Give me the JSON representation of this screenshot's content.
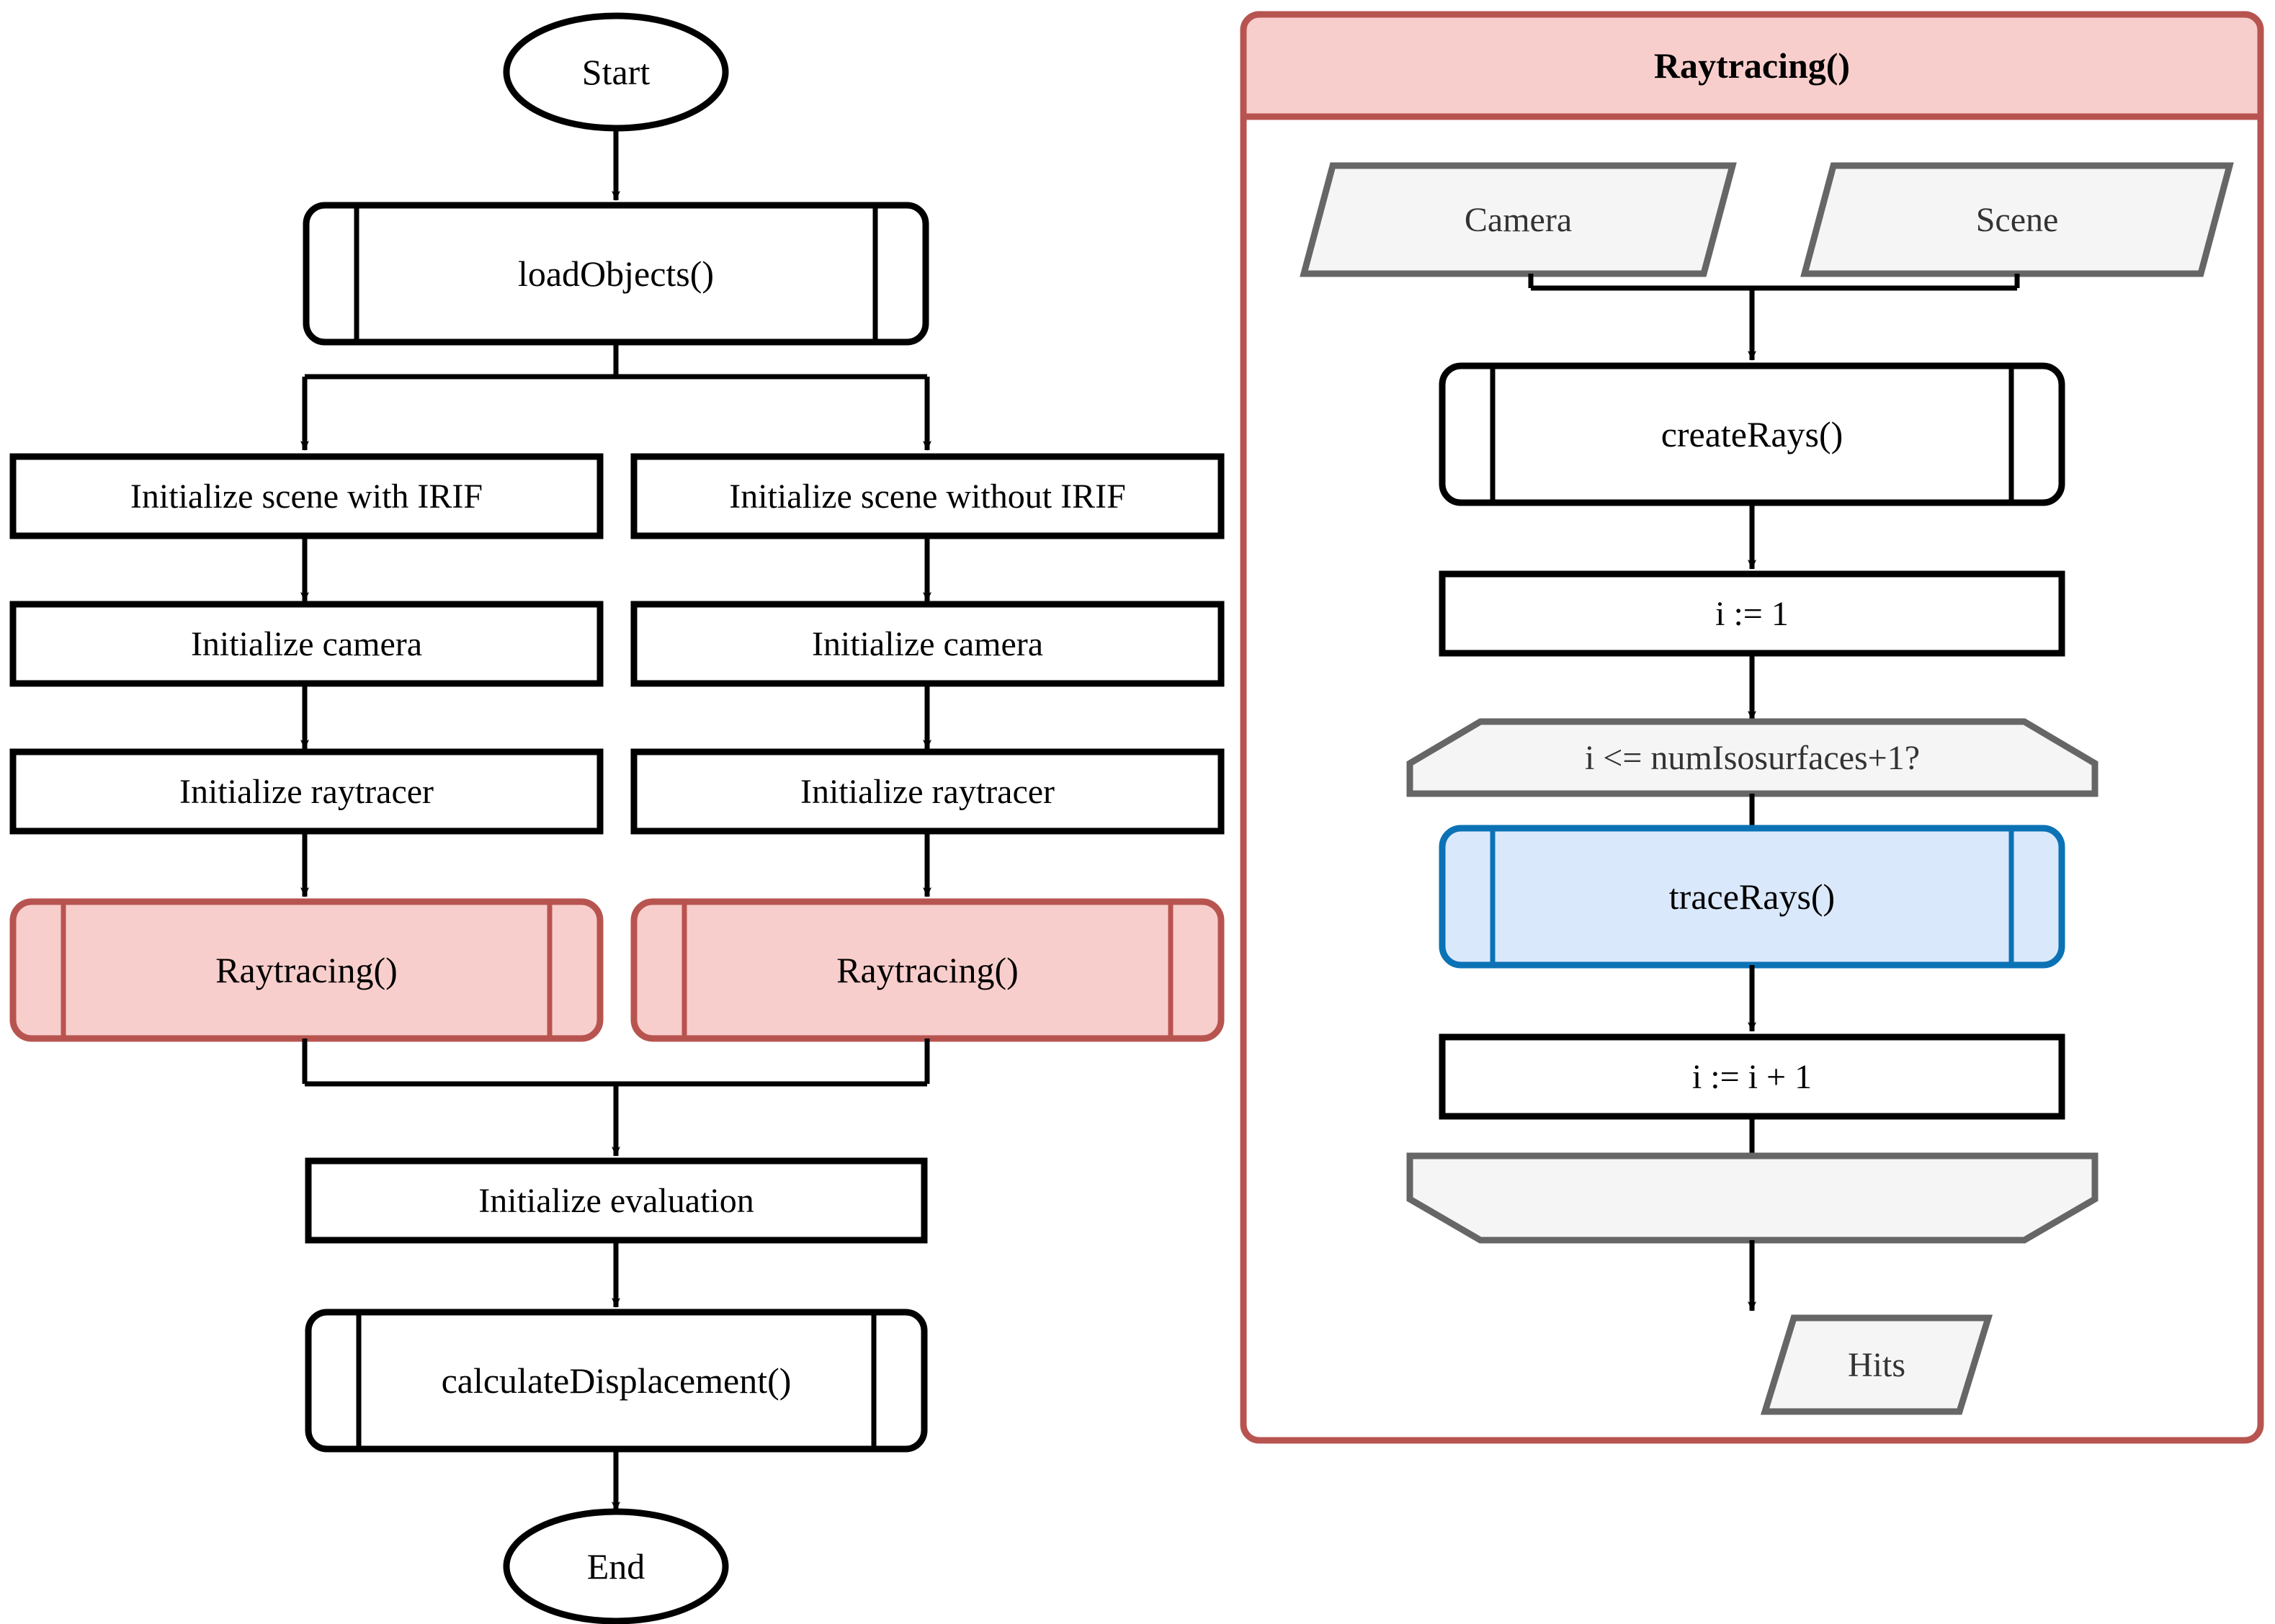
{
  "diagram": {
    "title": "Raytracing evaluation flowchart",
    "type": "flowchart",
    "colors": {
      "subroutine_fill": "#f8cecc",
      "subroutine_stroke": "#b85450",
      "highlight_fill": "#dae8fc",
      "highlight_stroke": "#0b72b5",
      "io_fill": "#f5f5f5",
      "io_stroke": "#666666",
      "default_stroke": "#000000",
      "default_fill": "#ffffff"
    }
  },
  "main_flow": {
    "start": {
      "label": "Start",
      "shape": "terminator"
    },
    "load_objects": {
      "label": "loadObjects()",
      "shape": "predefined-process"
    },
    "branch_left": {
      "init_scene": {
        "label": "Initialize scene with IRIF",
        "shape": "process"
      },
      "init_camera": {
        "label": "Initialize camera",
        "shape": "process"
      },
      "init_raytracer": {
        "label": "Initialize raytracer",
        "shape": "process"
      },
      "raytracing": {
        "label": "Raytracing()",
        "shape": "predefined-process"
      }
    },
    "branch_right": {
      "init_scene": {
        "label": "Initialize scene without IRIF",
        "shape": "process"
      },
      "init_camera": {
        "label": "Initialize camera",
        "shape": "process"
      },
      "init_raytracer": {
        "label": "Initialize raytracer",
        "shape": "process"
      },
      "raytracing": {
        "label": "Raytracing()",
        "shape": "predefined-process"
      }
    },
    "init_evaluation": {
      "label": "Initialize evaluation",
      "shape": "process"
    },
    "calculate_displacement": {
      "label": "calculateDisplacement()",
      "shape": "predefined-process"
    },
    "end": {
      "label": "End",
      "shape": "terminator"
    }
  },
  "subroutine_panel": {
    "title": "Raytracing()",
    "inputs": [
      {
        "label": "Camera",
        "shape": "data-parallelogram"
      },
      {
        "label": "Scene",
        "shape": "data-parallelogram"
      }
    ],
    "create_rays": {
      "label": "createRays()",
      "shape": "predefined-process"
    },
    "init_counter": {
      "label": "i := 1",
      "shape": "process"
    },
    "loop_start": {
      "label": "i <= numIsosurfaces+1?",
      "shape": "loop-start"
    },
    "trace_rays": {
      "label": "traceRays()",
      "shape": "predefined-process"
    },
    "increment": {
      "label": "i := i + 1",
      "shape": "process"
    },
    "loop_end": {
      "label": "",
      "shape": "loop-end"
    },
    "output": {
      "label": "Hits",
      "shape": "data-parallelogram"
    }
  }
}
